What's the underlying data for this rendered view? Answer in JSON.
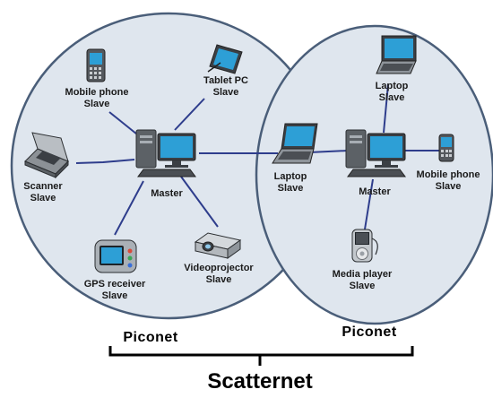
{
  "diagram": {
    "colors": {
      "circle_stroke": "#4a5e79",
      "circle_fill": "#dfe6ee",
      "link": "#2e3d8c",
      "screen": "#2d9fd6",
      "device_body": "#6b6f74"
    },
    "piconets": [
      {
        "label": "Piconet",
        "master": {
          "icon": "desktop-computer-icon",
          "line1": "Master"
        }
      },
      {
        "label": "Piconet",
        "master": {
          "icon": "desktop-computer-icon",
          "line1": "Master"
        }
      }
    ],
    "bridge": {
      "icon": "laptop-icon",
      "line1": "Laptop",
      "line2": "Slave"
    },
    "left_slaves": [
      {
        "icon": "mobile-phone-icon",
        "line1": "Mobile phone",
        "line2": "Slave"
      },
      {
        "icon": "tablet-pc-icon",
        "line1": "Tablet PC",
        "line2": "Slave"
      },
      {
        "icon": "scanner-icon",
        "line1": "Scanner",
        "line2": "Slave"
      },
      {
        "icon": "gps-receiver-icon",
        "line1": "GPS receiver",
        "line2": "Slave"
      },
      {
        "icon": "videoprojector-icon",
        "line1": "Videoprojector",
        "line2": "Slave"
      }
    ],
    "right_slaves": [
      {
        "icon": "laptop-icon",
        "line1": "Laptop",
        "line2": "Slave"
      },
      {
        "icon": "mobile-phone-icon",
        "line1": "Mobile phone",
        "line2": "Slave"
      },
      {
        "icon": "media-player-icon",
        "line1": "Media player",
        "line2": "Slave"
      }
    ],
    "scatternet_label": "Scatternet"
  }
}
